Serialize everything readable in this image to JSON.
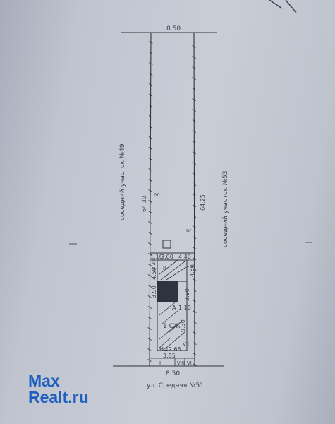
{
  "plan": {
    "top_width": "8.50",
    "left_neighbor": "соседний участок №49",
    "right_neighbor": "соседний участок №53",
    "left_length": "64.30",
    "right_length": "64.25",
    "zone_upper_left": "IV",
    "zone_lower_right": "IV",
    "zone_mid": "II",
    "zone_right_small": "VII",
    "zone_bottom_1": "VIII",
    "zone_bottom_2": "VI",
    "zone_bottom_left": "I",
    "seg_1": "1.10",
    "seg_2": "3.00",
    "seg_3": "4.40",
    "seg_4": "1.2",
    "seg_5": "2.25",
    "seg_6": "4.50",
    "seg_7": "4.50",
    "seg_8": "3.90",
    "seg_9": "3.90",
    "letter_a": "A",
    "seg_10": "1.10",
    "building_label": "1 СЖ",
    "seg_11": "9.30",
    "height_label": "H=2.65",
    "seg_12": "3.85",
    "bottom_width": "8.50",
    "street": "ул. Средняя №51"
  },
  "watermark": {
    "line1": "Max",
    "line2": "Realt.ru"
  }
}
